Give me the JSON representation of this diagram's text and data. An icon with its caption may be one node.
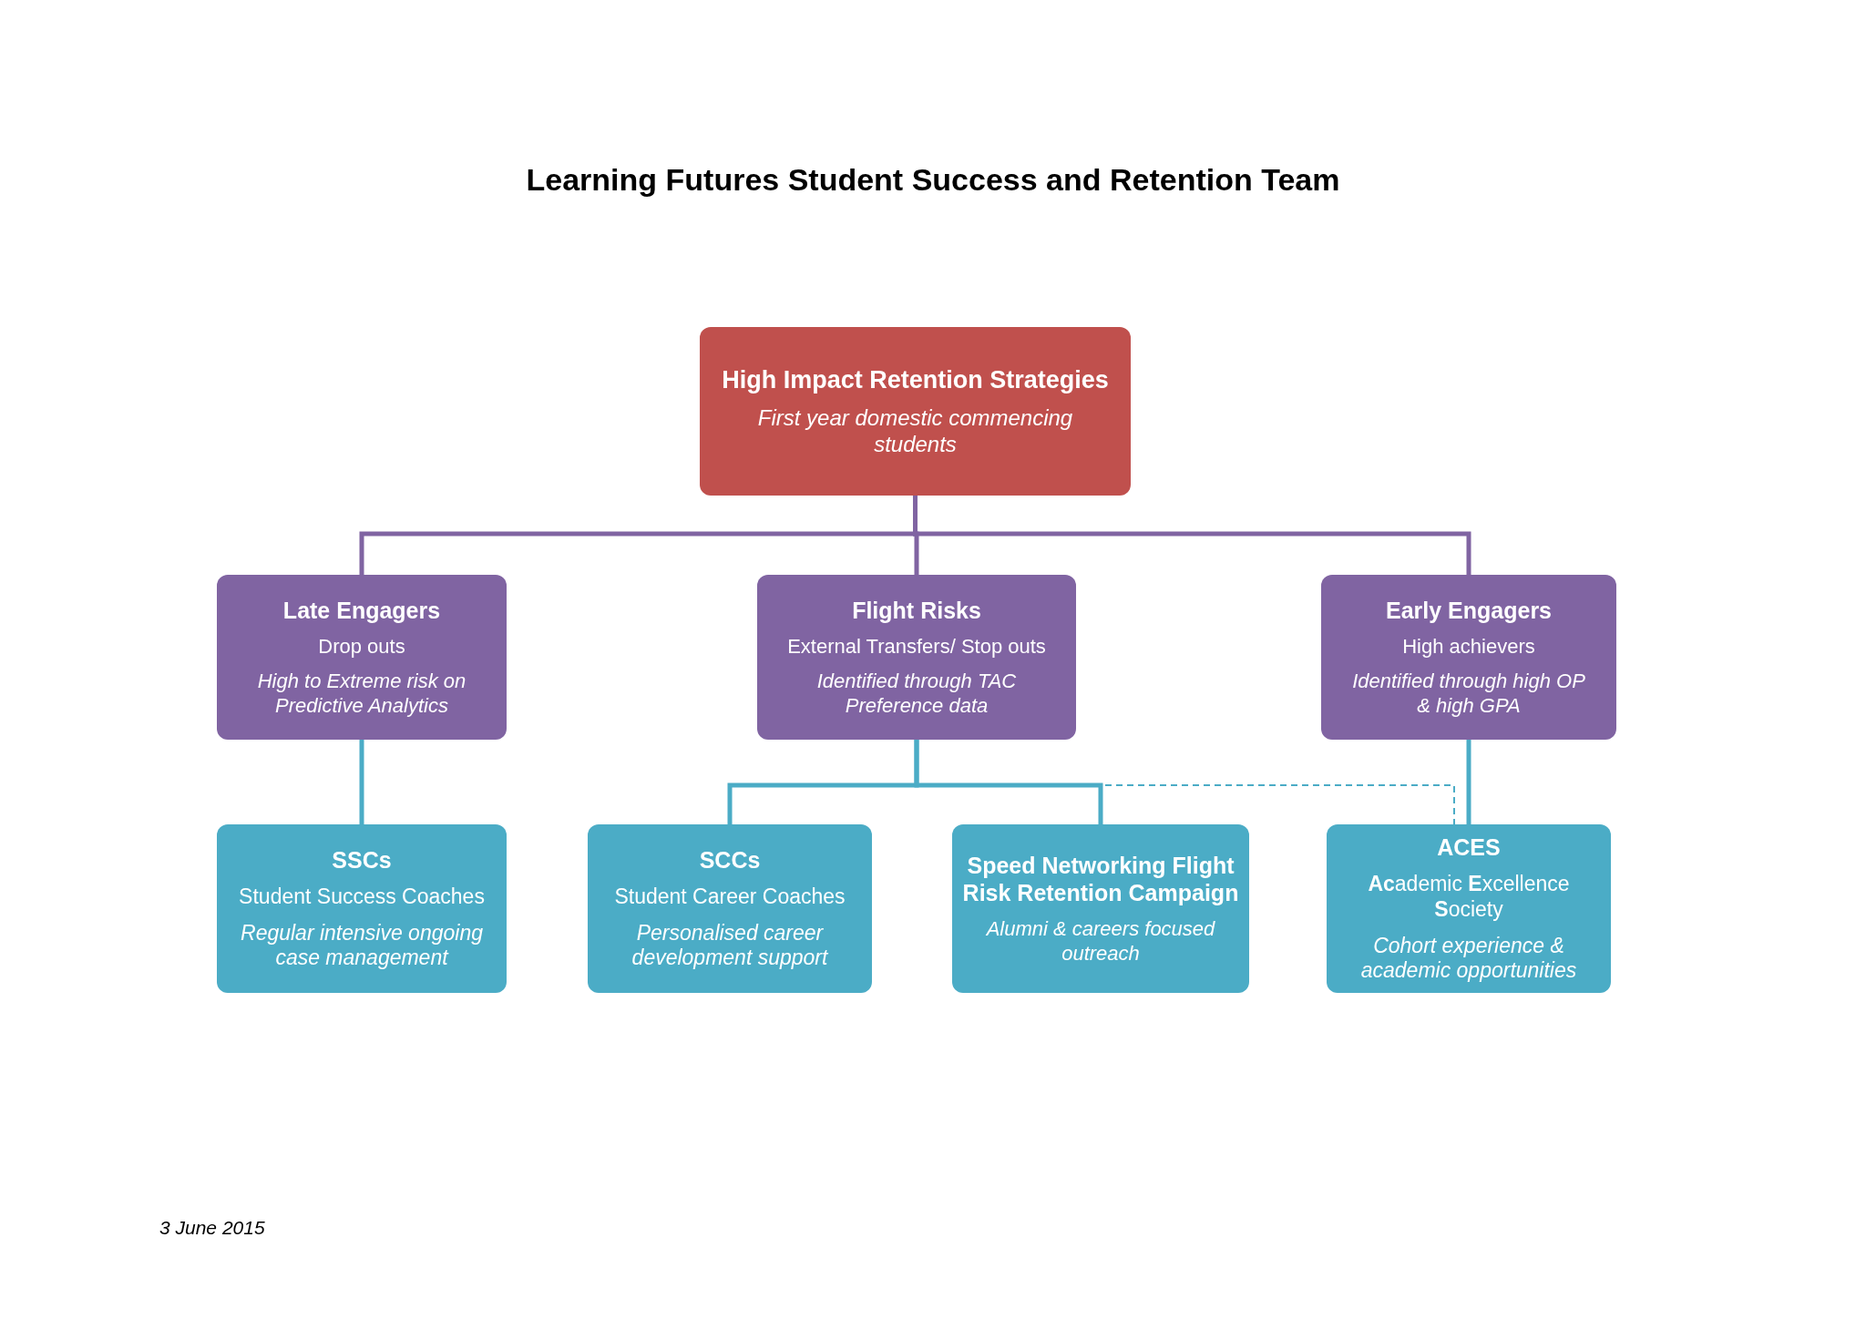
{
  "diagram": {
    "title": "Learning Futures Student Success and Retention Team",
    "nodes": [
      {
        "text": [
          "High Impact Retention Strategies",
          "First year domestic commencing students"
        ]
      },
      {
        "text": [
          "Late Engagers",
          "Drop outs",
          "High to Extreme risk on Predictive Analytics"
        ]
      },
      {
        "text": [
          "Flight Risks",
          "External Transfers/ Stop outs",
          "Identified through TAC Preference data"
        ]
      },
      {
        "text": [
          "Early Engagers",
          "High achievers",
          "Identified through high OP & high GPA"
        ]
      },
      {
        "text": [
          "SSCs",
          "Student Success Coaches",
          "Regular intensive ongoing case management"
        ]
      },
      {
        "text": [
          "SCCs",
          "Student Career Coaches",
          "Personalised career development support"
        ]
      },
      {
        "text": [
          "Speed Networking Flight Risk Retention Campaign",
          "Alumni & careers focused outreach"
        ]
      },
      {
        "text": [
          "ACES",
          "**Ac**ademic **E**xcellence **S**ociety",
          "Cohort experience & academic opportunities"
        ]
      }
    ],
    "edges": [
      {
        "from": 0,
        "to": 1,
        "arrow": "none",
        "color": "#8064a2"
      },
      {
        "from": 0,
        "to": 2,
        "arrow": "none",
        "color": "#8064a2"
      },
      {
        "from": 0,
        "to": 3,
        "arrow": "none",
        "color": "#8064a2"
      },
      {
        "from": 1,
        "to": 4,
        "arrow": "none"
      },
      {
        "from": 2,
        "to": 5,
        "arrow": "none"
      },
      {
        "from": 2,
        "to": 6,
        "arrow": "none"
      },
      {
        "from": 3,
        "to": 7,
        "arrow": "none"
      },
      {
        "from": null,
        "to": 7,
        "arrow": "none",
        "style": "dashed"
      }
    ],
    "labels": [
      "3 June 2015"
    ]
  }
}
